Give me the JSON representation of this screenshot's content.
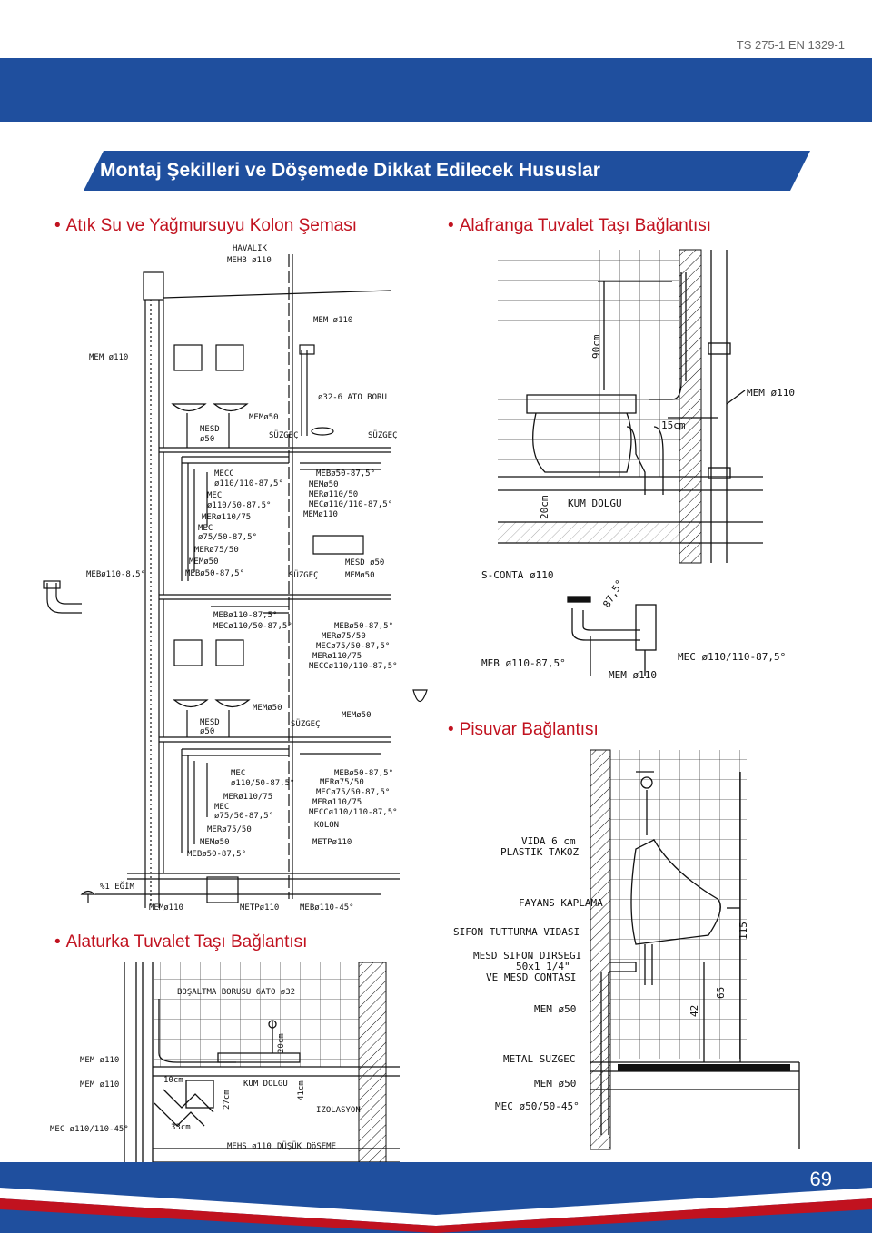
{
  "header": {
    "standard": "TS 275-1 EN 1329-1"
  },
  "title": "Montaj Şekilleri ve Döşemede Dikkat Edilecek Hususlar",
  "sections": {
    "kolon": "Atık Su ve Yağmursuyu Kolon Şeması",
    "alafranga": "Alafranga Tuvalet Taşı Bağlantısı",
    "pisuvar": "Pisuvar Bağlantısı",
    "alaturka": "Alaturka Tuvalet Taşı Bağlantısı"
  },
  "kolon_labels": {
    "havalik": "HAVALIK",
    "mehb": "MEHB ø110",
    "mem110_top": "MEM ø110",
    "mem110_left": "MEM ø110",
    "ato": "ø32-6 ATO BORU",
    "mem50_1": "MEMø50",
    "mesd_1": "MESD",
    "mesd_1b": "ø50",
    "suzgec_1": "SÜZGEÇ",
    "suzgec_2": "SÜZGEÇ",
    "mecc_1": "MECC",
    "mecc_1b": "ø110/110-87,5°",
    "mec_1": "MEC",
    "mec_1b": "ø110/50-87,5°",
    "mer_1": "MERø110/75",
    "mec_2": "MEC",
    "mec_2b": "ø75/50-87,5°",
    "mer75_1": "MERø75/50",
    "mem50_2": "MEMø50",
    "meb50_1": "MEBø50-87,5°",
    "meb110_left": "MEBø110-8,5°",
    "meb50_r1": "MEBø50-87,5°",
    "mem50_r1": "MEMø50",
    "mer110_r1": "MERø110/50",
    "mec_r1": "MECø110/110-87,5°",
    "mem110_r1": "MEMø110",
    "suzgec_3": "SÜZGEÇ",
    "mesd_r1": "MESD ø50",
    "mem50_r2": "MEMø50",
    "meb110_m": "MEBø110-87,5°",
    "mec110_m": "MECø110/50-87,5°",
    "meb50_r2": "MEBø50-87,5°",
    "mer75_r2": "MERø75/50",
    "mec75_r2": "MECø75/50-87,5°",
    "mer110_r2": "MERø110/75",
    "mecc_r2": "MECCø110/110-87,5°",
    "mem50_3": "MEMø50",
    "mesd_2": "MESD",
    "mesd_2b": "ø50",
    "suzgec_4": "SÜZGEÇ",
    "mem50_4": "MEMø50",
    "mec_3": "MEC",
    "mec_3b": "ø110/50-87,5°",
    "mer_3": "MERø110/75",
    "mec_4": "MEC",
    "mec_4b": "ø75/50-87,5°",
    "mer75_3": "MERø75/50",
    "mem50_5": "MEMø50",
    "meb50_3": "MEBø50-87,5°",
    "meb50_r3": "MEBø50-87,5°",
    "mer75_r3": "MERø75/50",
    "mec75_r3": "MECø75/50-87,5°",
    "mer110_r3": "MERø110/75",
    "mecc_r3": "MECCø110/110-87,5°",
    "kolon": "KOLON",
    "metp_1": "METPø110",
    "egim": "%1 EĞİM",
    "mem110_b": "MEMø110",
    "metp_2": "METPø110",
    "meb110_b": "MEBø110-45°"
  },
  "alafranga_labels": {
    "h90": "90cm",
    "mem110": "MEM ø110",
    "cm15": "15cm",
    "cm20": "20cm",
    "kum": "KUM DOLGU",
    "sconta": "S-CONTA ø110",
    "angle": "87,5°",
    "meb": "MEB ø110-87,5°",
    "mem110b": "MEM ø110",
    "mec": "MEC ø110/110-87,5°"
  },
  "pisuvar_labels": {
    "vida": "VIDA 6 cm",
    "plastik": "PLASTIK TAKOZ",
    "fayans": "FAYANS KAPLAMA",
    "sifon": "SIFON TUTTURMA VIDASI",
    "mesd": "MESD SIFON DIRSEGI",
    "mesd2": "50x1 1/4\"",
    "mesd3": "VE MESD CONTASI",
    "mem50": "MEM ø50",
    "metal": "METAL SUZGEC",
    "mem50b": "MEM ø50",
    "mec": "MEC ø50/50-45°",
    "d115": "115",
    "d65": "65",
    "d42": "42"
  },
  "alaturka_labels": {
    "bosaltma": "BOŞALTMA BORUSU 6ATO ø32",
    "cm20": "20cm",
    "mem110a": "MEM ø110",
    "mem110b": "MEM ø110",
    "cm10": "10cm",
    "kum": "KUM DOLGU",
    "cm27": "27cm",
    "cm41": "41cm",
    "izolasyon": "IZOLASYON",
    "mec": "MEC ø110/110-45°",
    "cm33": "33cm",
    "mehs": "MEHS ø110",
    "dusuk": "DÜŞÜK DöSEME"
  },
  "page_number": "69",
  "colors": {
    "blue": "#1f4f9e",
    "red": "#c1121f"
  }
}
